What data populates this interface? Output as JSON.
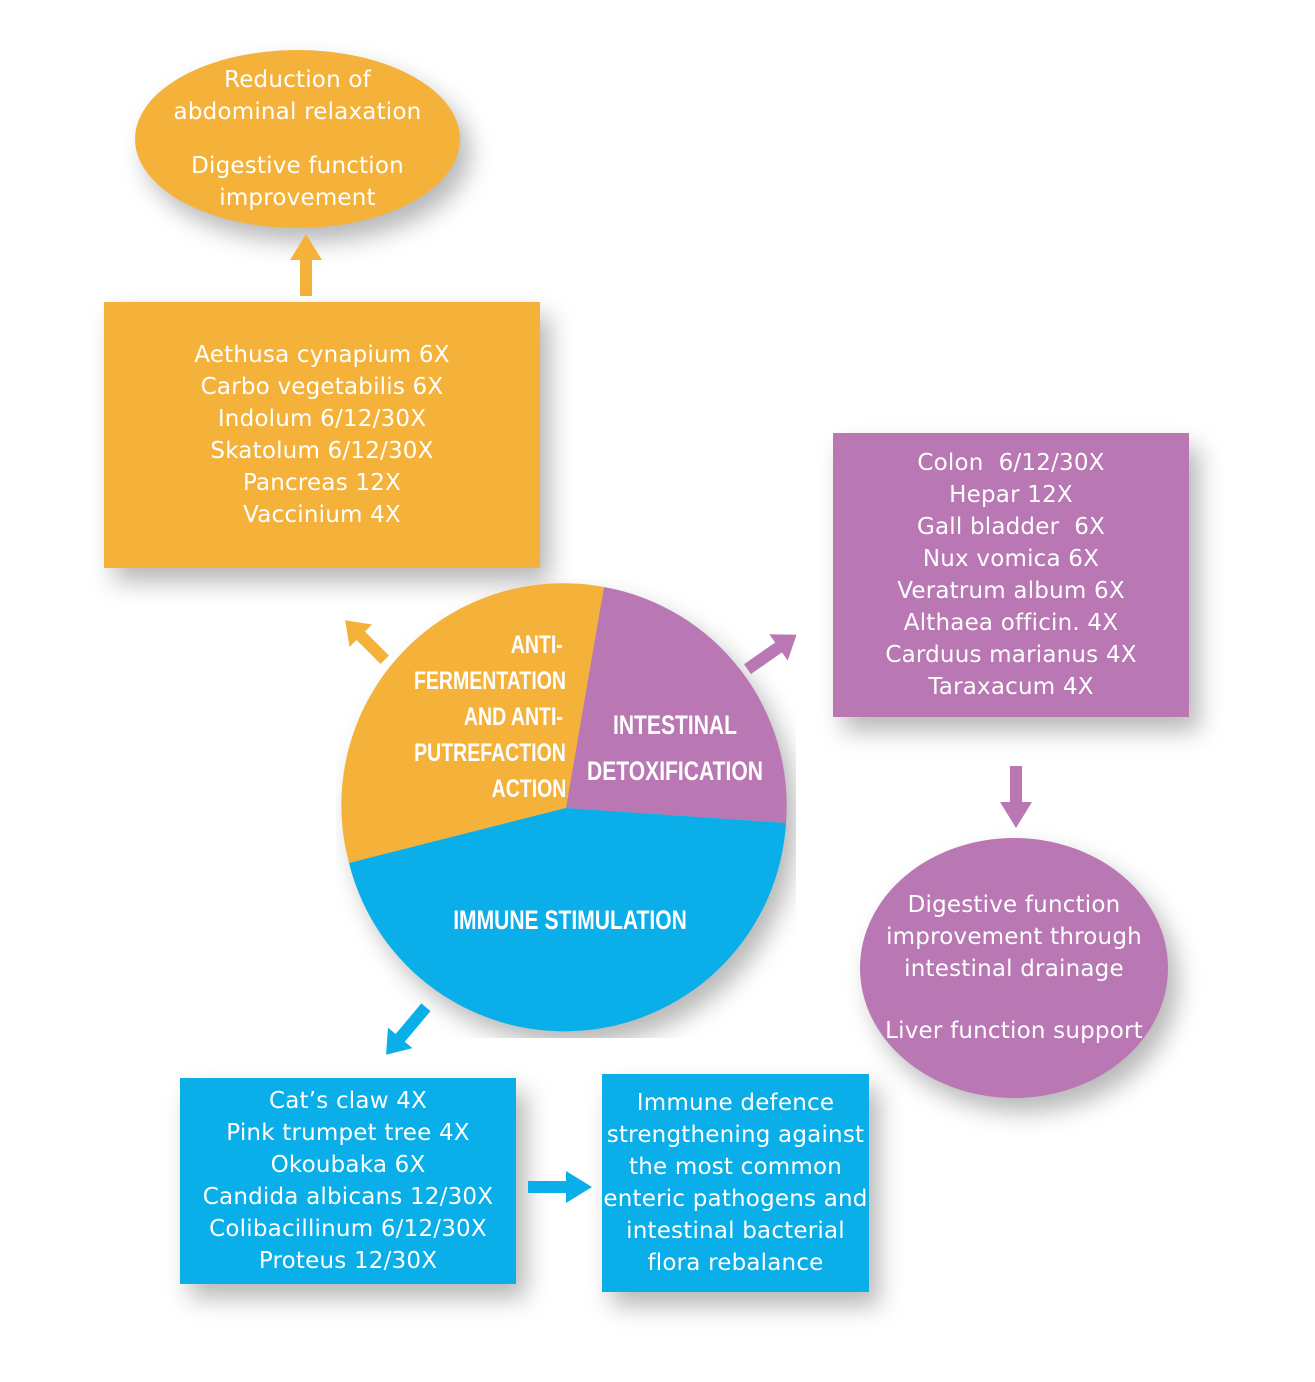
{
  "colors": {
    "orange": "#F5B23A",
    "purple": "#B978B3",
    "blue": "#0AAEE8"
  },
  "top_outcome": {
    "lines": [
      "Reduction of",
      "abdominal relaxation"
    ],
    "lines2": [
      "Digestive function",
      "improvement"
    ]
  },
  "orange_box": {
    "items": [
      "Aethusa cynapium 6X",
      "Carbo vegetabilis 6X",
      "Indolum 6/12/30X",
      "Skatolum 6/12/30X",
      "Pancreas 12X",
      "Vaccinium 4X"
    ]
  },
  "purple_box": {
    "items": [
      "Colon  6/12/30X",
      "Hepar 12X",
      "Gall bladder  6X",
      "Nux vomica 6X",
      "Veratrum album 6X",
      "Althaea officin. 4X",
      "Carduus marianus 4X",
      "Taraxacum 4X"
    ]
  },
  "purple_outcome": {
    "lines": [
      "Digestive function",
      "improvement through",
      "intestinal drainage"
    ],
    "lines2": [
      "Liver function support"
    ]
  },
  "blue_box": {
    "items": [
      "Cat’s claw 4X",
      "Pink trumpet tree 4X",
      "Okoubaka 6X",
      "Candida albicans 12/30X",
      "Colibacillinum 6/12/30X",
      "Proteus 12/30X"
    ]
  },
  "blue_outcome": {
    "lines": [
      "Immune defence",
      "strengthening against",
      "the most common",
      "enteric pathogens and",
      "intestinal bacterial",
      "flora rebalance"
    ]
  },
  "pie": {
    "segments": [
      {
        "name": "anti-fermentation",
        "label_lines": [
          "ANTI-",
          "FERMENTATION",
          "AND ANTI-",
          "PUTREFACTION",
          "ACTION"
        ],
        "color": "orange"
      },
      {
        "name": "intestinal-detoxification",
        "label_lines": [
          "INTESTINAL",
          "DETOXIFICATION"
        ],
        "color": "purple"
      },
      {
        "name": "immune-stimulation",
        "label_lines": [
          "IMMUNE STIMULATION"
        ],
        "color": "blue"
      }
    ]
  }
}
